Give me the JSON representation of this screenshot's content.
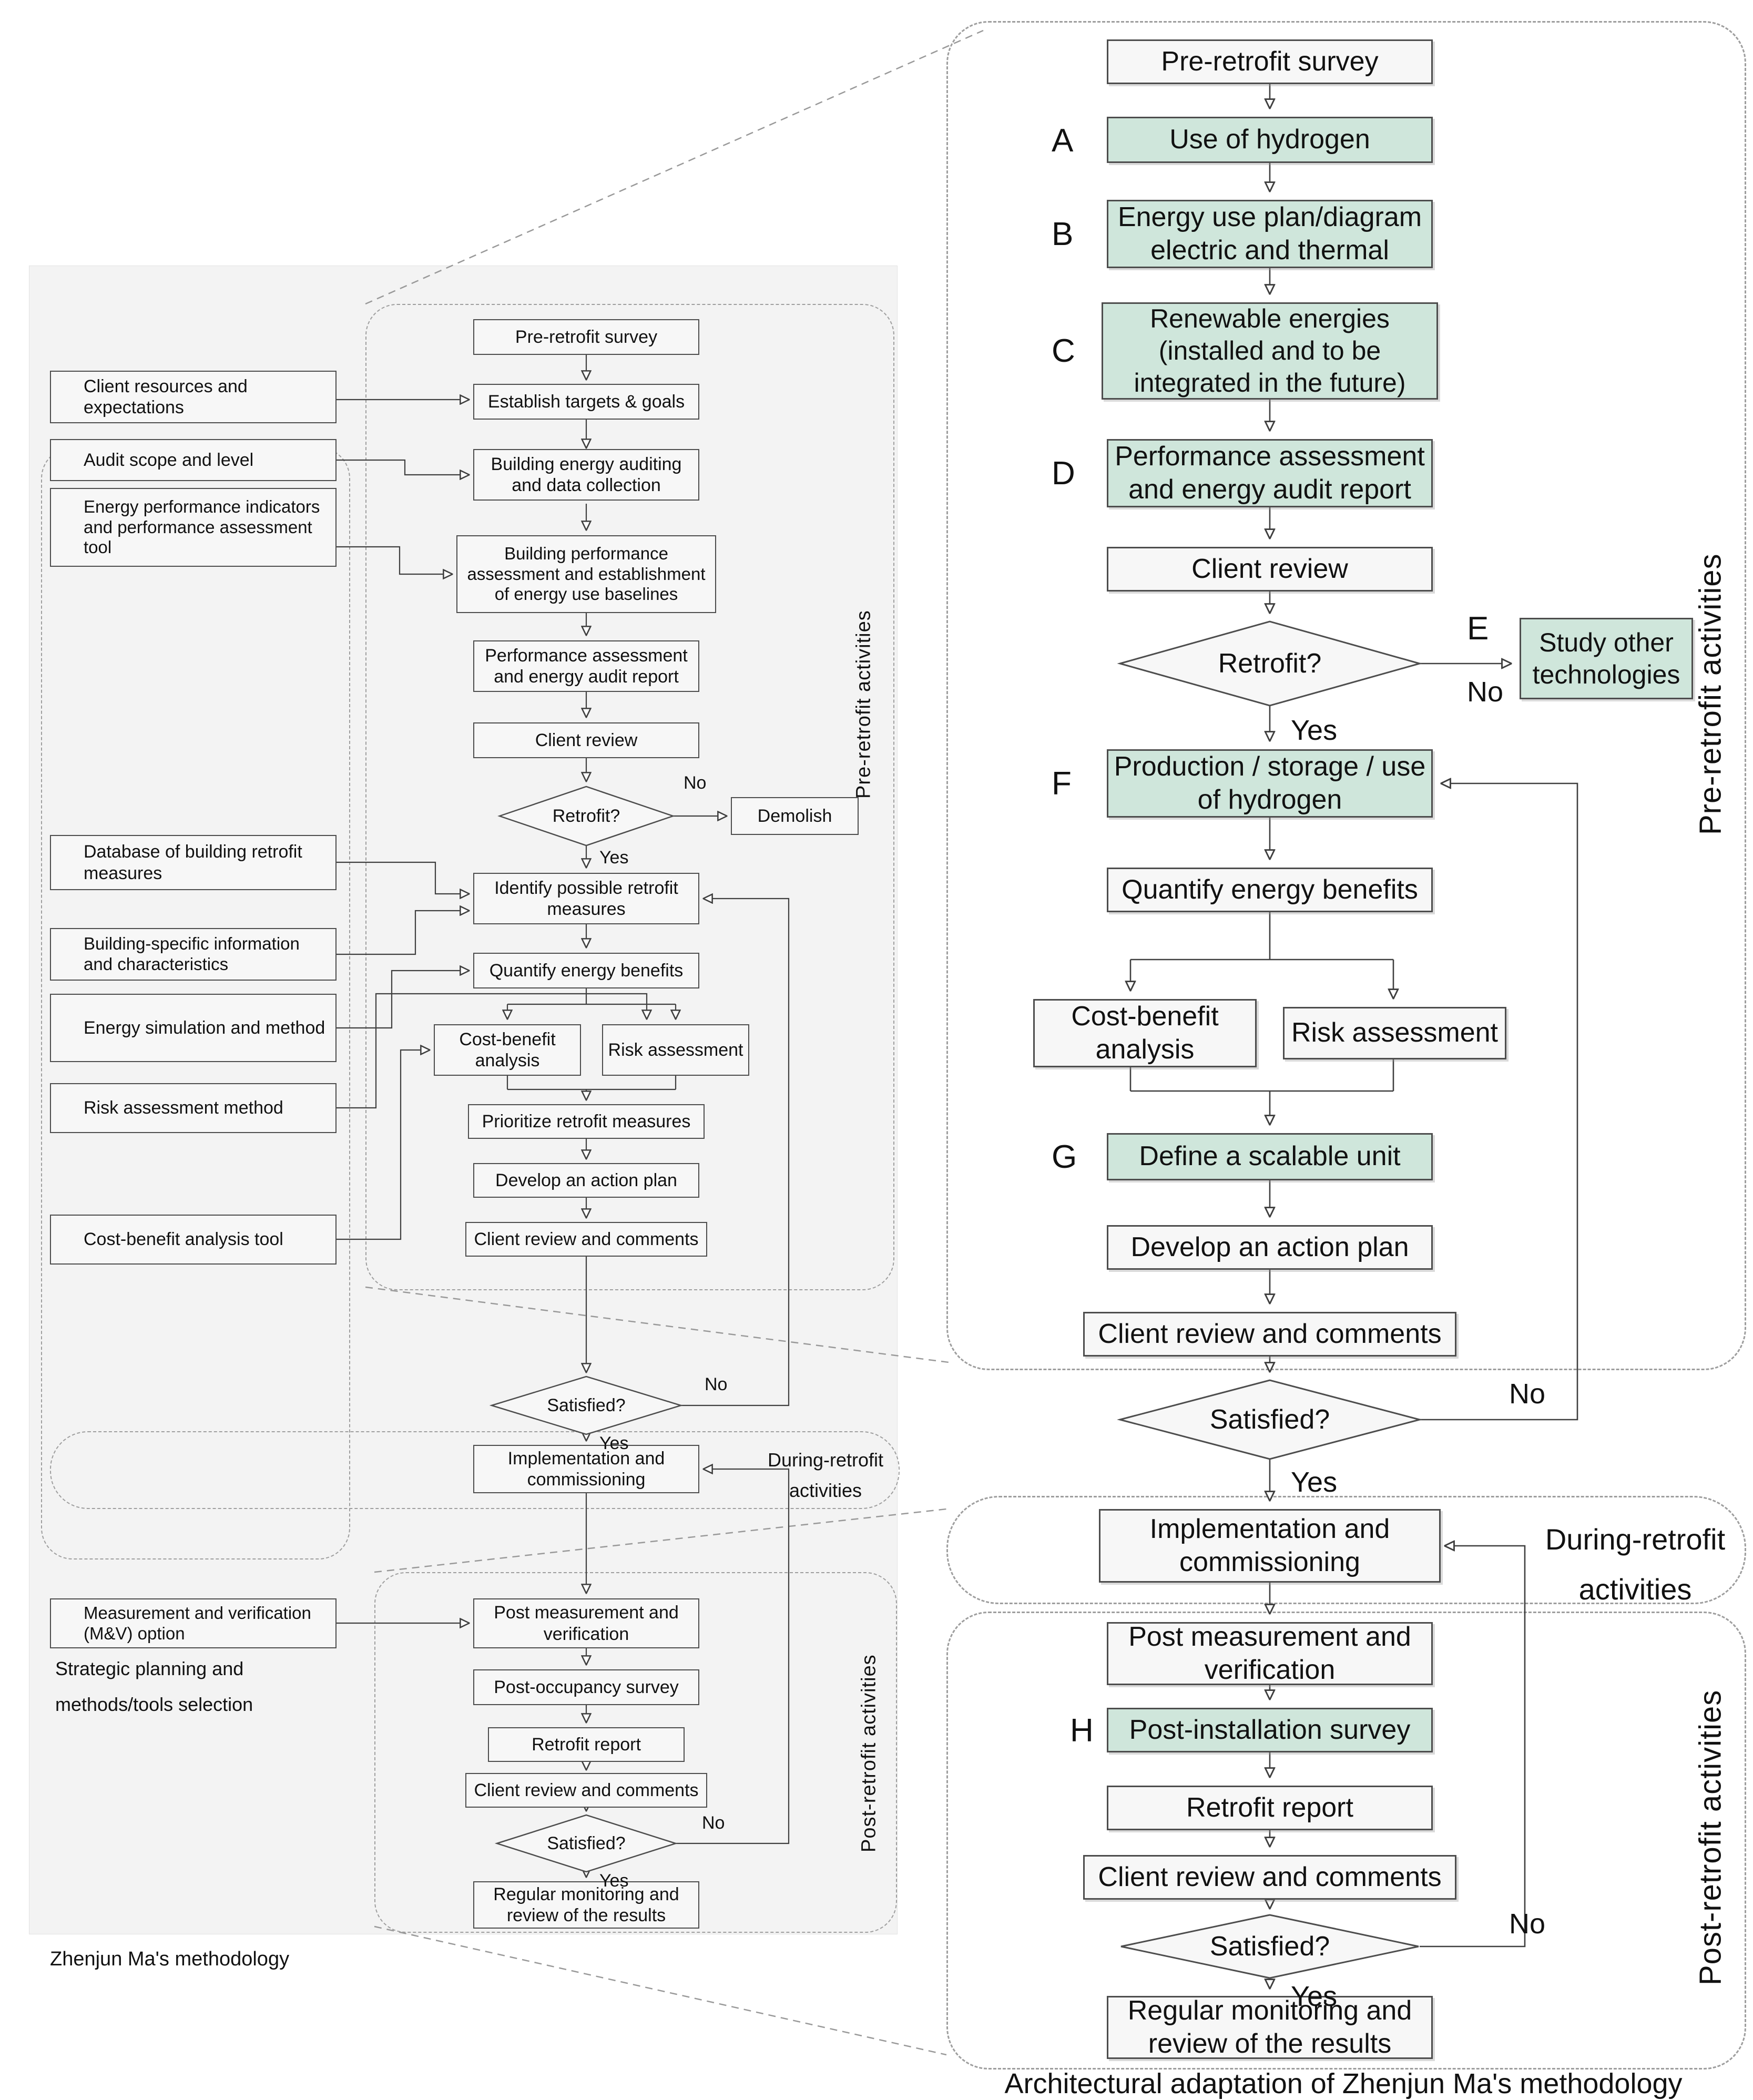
{
  "colors": {
    "accent_green": "#cfe6db",
    "box_fill": "#f7f7f7",
    "panel": "#f3f3f3",
    "line": "#3f3f3f",
    "dashed": "#9e9e9e"
  },
  "labels": {
    "yes": "Yes",
    "no": "No"
  },
  "markers": {
    "a": "A",
    "b": "B",
    "c": "C",
    "d": "D",
    "e": "E",
    "f": "F",
    "g": "G",
    "h": "H"
  },
  "groups": {
    "left_pre": "Pre-retrofit activities",
    "left_during": "During-retrofit activities",
    "left_post": "Post-retrofit activities",
    "right_pre": "Pre-retrofit activities",
    "right_during": "During-retrofit activities",
    "right_post": "Post-retrofit activities"
  },
  "left": {
    "caption": "Zhenjun Ma's methodology",
    "note": "Strategic planning and methods/tools selection",
    "inputs": {
      "client_resources": "Client resources and expectations",
      "audit_scope": "Audit scope and level",
      "energy_indicators": "Energy performance indicators and performance assessment tool",
      "retrofit_db": "Database of building retrofit measures",
      "building_info": "Building-specific information and characteristics",
      "energy_sim": "Energy simulation and method",
      "risk_method": "Risk assessment method",
      "cba_tool": "Cost-benefit analysis tool",
      "mv_option": "Measurement and verification (M&V) option"
    },
    "flow": {
      "pre_survey": "Pre-retrofit survey",
      "establish": "Establish targets & goals",
      "auditing": "Building energy auditing and data collection",
      "baseline": "Building performance assessment and establishment of energy use baselines",
      "par": "Performance assessment and energy audit report",
      "client_review": "Client review",
      "retrofit_q": "Retrofit?",
      "demolish": "Demolish",
      "identify": "Identify possible retrofit measures",
      "quantify": "Quantify energy benefits",
      "cba": "Cost-benefit analysis",
      "risk": "Risk assessment",
      "prioritize": "Prioritize retrofit measures",
      "action_plan": "Develop an action plan",
      "review_comments": "Client review and comments",
      "satisfied_q": "Satisfied?",
      "implementation": "Implementation and commissioning",
      "post_mv": "Post measurement and verification",
      "post_occupancy": "Post-occupancy survey",
      "retrofit_report": "Retrofit report",
      "review_comments2": "Client review and comments",
      "satisfied_q2": "Satisfied?",
      "monitoring": "Regular monitoring and review of the results"
    }
  },
  "right": {
    "caption": "Architectural adaptation of Zhenjun Ma's methodology",
    "flow": {
      "pre_survey": "Pre-retrofit survey",
      "use_of_hydrogen": "Use of hydrogen",
      "energy_plan": "Energy use plan/diagram electric and thermal",
      "renewables": "Renewable energies (installed and to be integrated in the future)",
      "par": "Performance assessment and energy audit report",
      "client_review": "Client review",
      "retrofit_q": "Retrofit?",
      "study_other": "Study other technologies",
      "hydrogen_psu": "Production / storage / use of hydrogen",
      "quantify": "Quantify energy benefits",
      "cba": "Cost-benefit analysis",
      "risk": "Risk assessment",
      "scalable_unit": "Define a scalable unit",
      "action_plan": "Develop an action plan",
      "review_comments": "Client review and comments",
      "satisfied_q": "Satisfied?",
      "implementation": "Implementation and commissioning",
      "post_mv": "Post measurement and verification",
      "post_install": "Post-installation survey",
      "retrofit_report": "Retrofit report",
      "review_comments2": "Client review and comments",
      "satisfied_q2": "Satisfied?",
      "monitoring": "Regular monitoring and review of the results"
    }
  }
}
